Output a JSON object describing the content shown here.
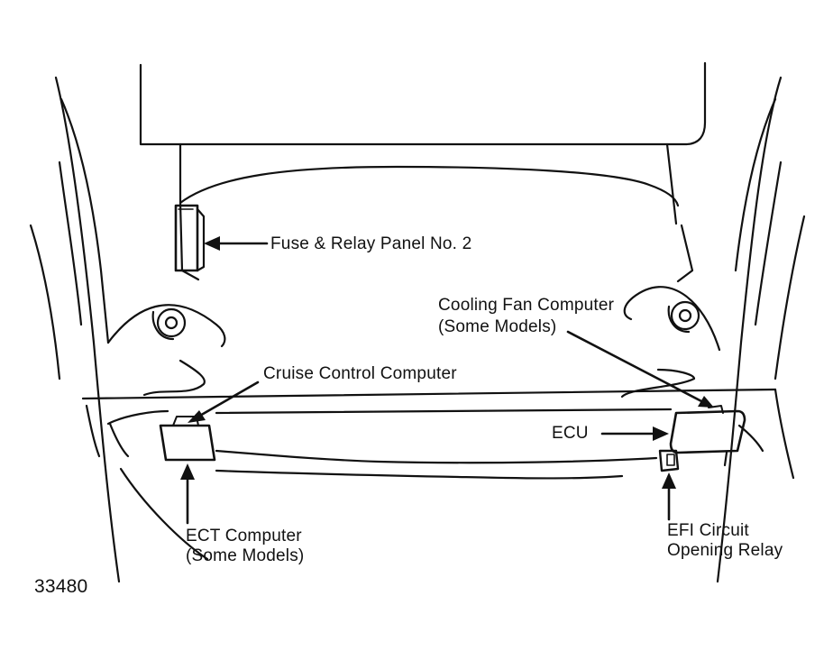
{
  "labels": {
    "fuse_relay_panel": "Fuse & Relay Panel No. 2",
    "cooling_fan_line1": "Cooling Fan Computer",
    "cooling_fan_line2": "(Some Models)",
    "cruise_control": "Cruise Control Computer",
    "ecu": "ECU",
    "ect_line1": "ECT Computer",
    "ect_line2": "(Some Models)",
    "efi_line1": "EFI Circuit",
    "efi_line2": "Opening Relay"
  },
  "figure_number": "33480",
  "colors": {
    "ink": "#111111",
    "paper": "#ffffff"
  }
}
